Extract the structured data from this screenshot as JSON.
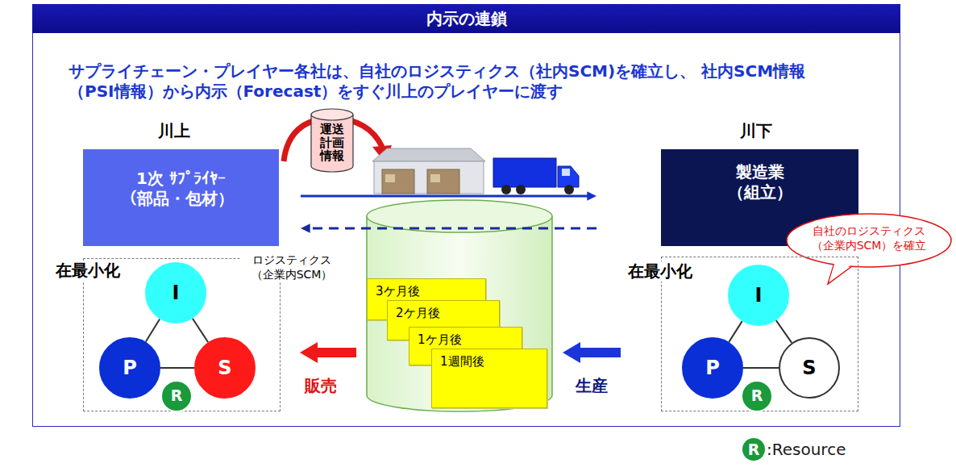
{
  "diagram": {
    "title": "内示の連鎖",
    "nodes": [
      {
        "text": [
          "運送 計画 情報"
        ]
      },
      {
        "text": [
          "1次 ｻﾌﾟﾗｲﾔｰ （部品・包材）"
        ]
      },
      {
        "text": [
          "製造業 （組立）"
        ]
      },
      {
        "text": [
          "自社のロジスティクス （企業内SCM）を確立"
        ]
      },
      {
        "text": [
          "在最小化"
        ]
      },
      {
        "text": [
          "I"
        ],
        "in": 4
      },
      {
        "text": [
          "P"
        ],
        "in": 4
      },
      {
        "text": [
          "S"
        ],
        "in": 4
      },
      {
        "text": [
          "R"
        ],
        "in": 4
      },
      {
        "text": [
          "3ケ月後"
        ]
      },
      {
        "text": [
          "2ケ月後"
        ]
      },
      {
        "text": [
          "1ケ月後"
        ]
      },
      {
        "text": [
          "1週間後"
        ]
      },
      {
        "text": [
          "在最小化"
        ]
      },
      {
        "text": [
          "I"
        ],
        "in": 13
      },
      {
        "text": [
          "P"
        ],
        "in": 13
      },
      {
        "text": [
          "S"
        ],
        "in": 13
      },
      {
        "text": [
          "R"
        ],
        "in": 13
      }
    ],
    "edges": [
      {
        "from": 1,
        "to": 2,
        "arrow": "to"
      },
      {
        "from": 2,
        "to": 1,
        "arrow": "to"
      },
      {
        "from": 5,
        "to": 6,
        "arrow": "none"
      },
      {
        "from": 5,
        "to": 7,
        "arrow": "none"
      },
      {
        "from": 6,
        "to": 7,
        "arrow": "none"
      },
      {
        "from": 14,
        "to": 15,
        "arrow": "none"
      },
      {
        "from": 14,
        "to": 16,
        "arrow": "none"
      },
      {
        "from": 15,
        "to": 16,
        "arrow": "none"
      }
    ],
    "labels": [
      "サプライチェーン・プレイヤー各社は、自社のロジスティクス（社内SCM)を確立し、 社内SCM情報（PSI情報）から内示（Forecast）をすぐ川上のプレイヤーに渡す",
      "川上",
      "川下",
      "ロジスティクス （企業内SCM）",
      "販売",
      "生産",
      "R"
    ],
    "legend": [
      {
        "text": ":Resource",
        "color": "#1a9a3a"
      }
    ]
  }
}
